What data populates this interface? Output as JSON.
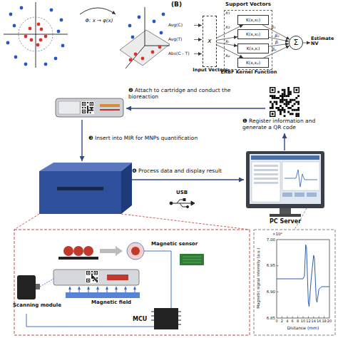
{
  "diagram": {
    "nodes": [
      {
        "text": [
          "x",
          "Input Vectors"
        ]
      },
      {
        "text": [
          "ERBF Kernel Function"
        ]
      },
      {
        "text": [
          "K(x,x₁)"
        ],
        "in": 1
      },
      {
        "text": [
          "K(x,x₂)"
        ],
        "in": 1
      },
      {
        "text": [
          "K(x,xᵢ)"
        ],
        "in": 1
      },
      {
        "text": [
          "K(x,xₚ)"
        ],
        "in": 1
      },
      {
        "text": [
          "Σ"
        ]
      }
    ],
    "edges": [
      {
        "from": 0,
        "to": 2,
        "arrow": "to"
      },
      {
        "from": 0,
        "to": 3,
        "arrow": "to"
      },
      {
        "from": 0,
        "to": 4,
        "arrow": "to"
      },
      {
        "from": 0,
        "to": 5,
        "arrow": "to"
      },
      {
        "from": 2,
        "to": 6,
        "label": "β₁",
        "arrow": "to"
      },
      {
        "from": 3,
        "to": 6,
        "label": "β₂",
        "arrow": "to"
      },
      {
        "from": 4,
        "to": 6,
        "label": "βᵢ",
        "arrow": "to"
      },
      {
        "from": 5,
        "to": 6,
        "label": "βₚ",
        "arrow": "to"
      }
    ],
    "labels": [
      "Φ: x → φ(x)",
      "(B)",
      "Avg(C)",
      "Avg(T)",
      "Abs(C - T)",
      "Support Vectors",
      "x₁",
      "x₂",
      "xᵢ",
      "xₚ",
      "Estimate NV",
      "❷ Attach to cartridge and conduct the bioreaction",
      "❶ Register information and generate a QR code",
      "❸ Insert into MIR for MNPs quantification",
      "❹ Process data and display result",
      "USB",
      "PC Server",
      "Magnetic sensor",
      "Scanning module",
      "Magnetic field",
      "MCU",
      "×10⁴",
      "7.00",
      "6.95",
      "6.90",
      "6.85",
      "Magnetic signal intensity (a.u.)",
      "Distance (mm)",
      "0",
      "2",
      "4",
      "6",
      "8",
      "10",
      "12",
      "14",
      "16",
      "18",
      "20"
    ]
  }
}
